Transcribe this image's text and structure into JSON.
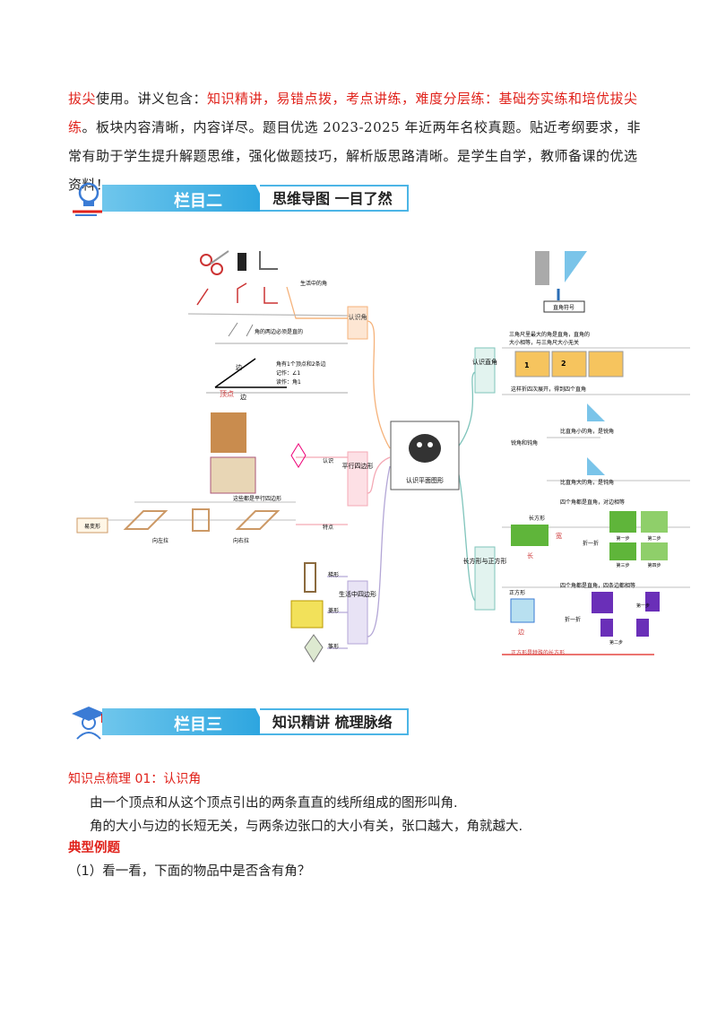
{
  "intro": {
    "seg1": "拔尖",
    "seg2": "使用。讲义包含：",
    "seg3": "知识精讲，易错点拨，考点讲练，难度分层练：基础夯实练和培优拔尖练",
    "seg4": "。板块内容清晰，内容详尽。题目优选 2023-2025 年近两年名校真题。贴近考纲要求，非常有助于学生提升解题思维，强化做题技巧，解析版思路清晰。是学生自学，教师备课的优选资料！"
  },
  "banner2": {
    "tab": "栏目二",
    "title": "思维导图  一目了然"
  },
  "banner3": {
    "tab": "栏目三",
    "title": "知识精讲  梳理脉络"
  },
  "mindmap": {
    "center": "认识平面图形",
    "left": {
      "angle": {
        "label": "认识角",
        "life": "生活中的角",
        "sides": "角的两边必须是直的",
        "edge1": "边",
        "edge2": "边",
        "vertex": "顶点",
        "parts": [
          "角有1个顶点和2条边",
          "记作：∠1",
          "读作：角1"
        ]
      },
      "para": {
        "label": "平行四边形",
        "recog": "认识",
        "note": "这些都是平行四边形",
        "trait": "特点",
        "easy": "易变形",
        "pull_l": "向左拉",
        "pull_r": "向右拉"
      },
      "life4": {
        "label": "生活中四边形",
        "a": "梯形",
        "b": "菱形",
        "c": "筝形"
      }
    },
    "right": {
      "right_angle": {
        "label": "认识直角",
        "tool": "直角符号",
        "desc": [
          "三角尺里最大的角是直角，直角的",
          "大小相等，与三角尺大小无关"
        ],
        "fold": "这样折四次展开，得到四个直角",
        "compare": "锐角和钝角",
        "acute": "比直角小的角，是锐角",
        "obtuse": "比直角大的角，是钝角",
        "steps": [
          "1",
          "2"
        ]
      },
      "rect": {
        "label": "长方形与正方形",
        "r": "长方形",
        "r_note": "四个角都是直角，对边相等",
        "length": "长",
        "width": "宽",
        "fold1": "折一折",
        "s": "正方形",
        "s_note": "四个角都是直角，四条边都相等",
        "side": "边",
        "fold2": "折一折",
        "special": "正方形是特殊的长方形",
        "steps_r": [
          "第一步",
          "第二步",
          "第三步",
          "第四步"
        ],
        "steps_s": [
          "第一步",
          "第二步"
        ]
      }
    }
  },
  "sec1": {
    "heading": "知识点梳理 01：认识角",
    "p1": "由一个顶点和从这个顶点引出的两条直直的线所组成的图形叫角.",
    "p2": "角的大小与边的长短无关，与两条边张口的大小有关，张口越大，角就越大.",
    "examples": "典型例题",
    "q1": "（1）看一看，下面的物品中是否含有角？"
  },
  "colors": {
    "red": "#e0221b",
    "blue": "#2aa4df",
    "orange": "#f5b27a",
    "teal": "#7fc4bb",
    "pink": "#f4a9b5",
    "purple": "#b3a6d6"
  }
}
